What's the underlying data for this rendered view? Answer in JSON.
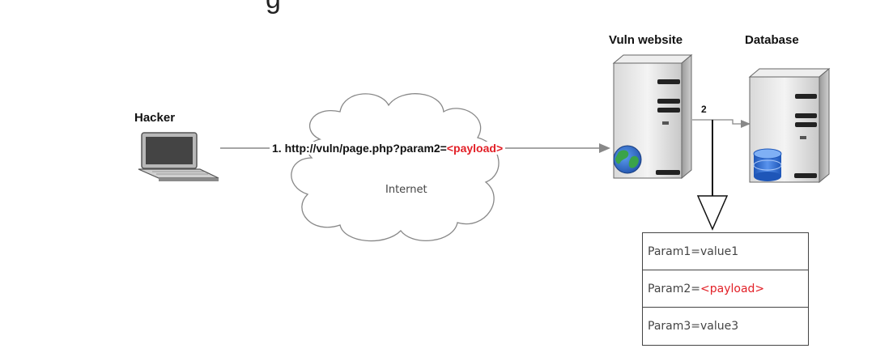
{
  "title_fragment": "g",
  "hacker": {
    "label": "Hacker"
  },
  "request": {
    "text": "1. http://vuln/page.php?param2=",
    "payload": "<payload>"
  },
  "cloud": {
    "label": "Internet"
  },
  "vuln_server": {
    "label": "Vuln website"
  },
  "database": {
    "label": "Database"
  },
  "step2": {
    "label": "2"
  },
  "params": [
    {
      "name": "Param1=",
      "value": "value1",
      "highlight": false
    },
    {
      "name": "Param2=",
      "value": "<payload>",
      "highlight": true
    },
    {
      "name": "Param3=",
      "value": "value3",
      "highlight": false
    }
  ],
  "colors": {
    "payload": "#e21f26",
    "line": "#888888",
    "globe_land": "#3aa34a",
    "globe_sea": "#2d6fcf",
    "db_blue": "#2f6fd1"
  }
}
